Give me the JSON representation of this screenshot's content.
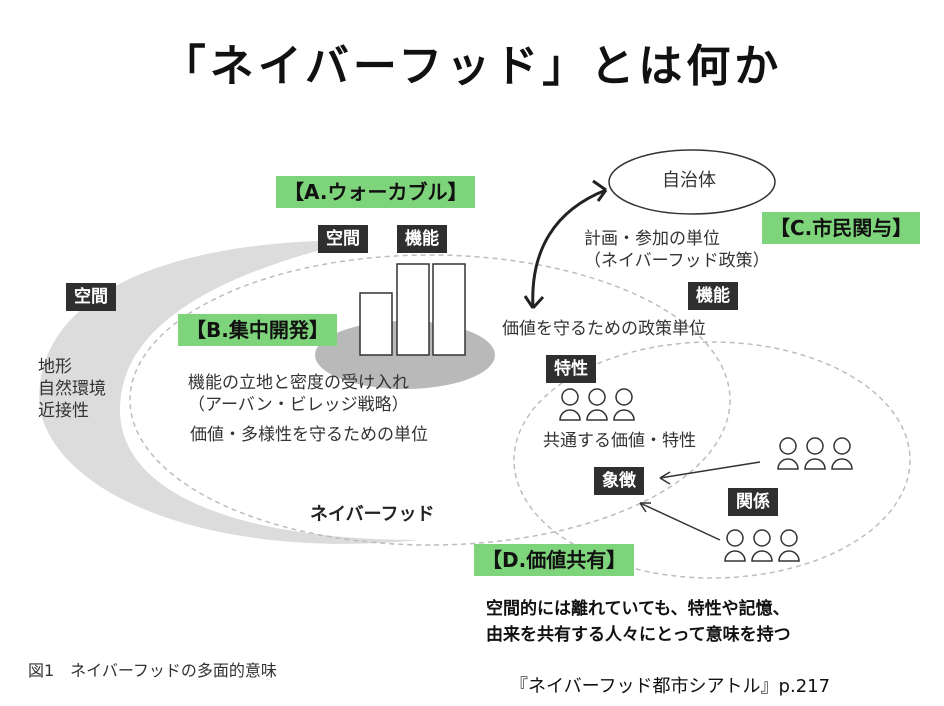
{
  "title": "「ネイバーフッド」とは何か",
  "labels": {
    "walkable": "【A.ウォーカブル】",
    "compact": "【B.集中開発】",
    "civic": "【C.市民関与】",
    "shared_value": "【D.価値共有】"
  },
  "tags": {
    "space_left": "空間",
    "space_a": "空間",
    "function_a": "機能",
    "function_c": "機能",
    "trait": "特性",
    "symbol": "象徴",
    "relation": "関係"
  },
  "texts": {
    "municipality": "自治体",
    "geo": "地形\n自然環境\n近接性",
    "compact_desc": "機能の立地と密度の受け入れ\n（アーバン・ビレッジ戦略）",
    "diversity_unit": "価値・多様性を守るための単位",
    "civic_unit": "計画・参加の単位\n（ネイバーフッド政策）",
    "policy_unit": "価値を守るための政策単位",
    "common_value": "共通する価値・特性",
    "neighborhood": "ネイバーフッド",
    "shared_desc": "空間的には離れていても、特性や記憶、\n由来を共有する人々にとって意味を持つ",
    "caption": "図1　ネイバーフッドの多面的意味",
    "source": "『ネイバーフッド都市シアトル』p.217"
  },
  "colors": {
    "green_label": "#7ed47a",
    "dark_tag": "#2f2f2f",
    "gray_crescent": "#dcdcdc",
    "gray_ellipse": "#b9b9b9"
  }
}
